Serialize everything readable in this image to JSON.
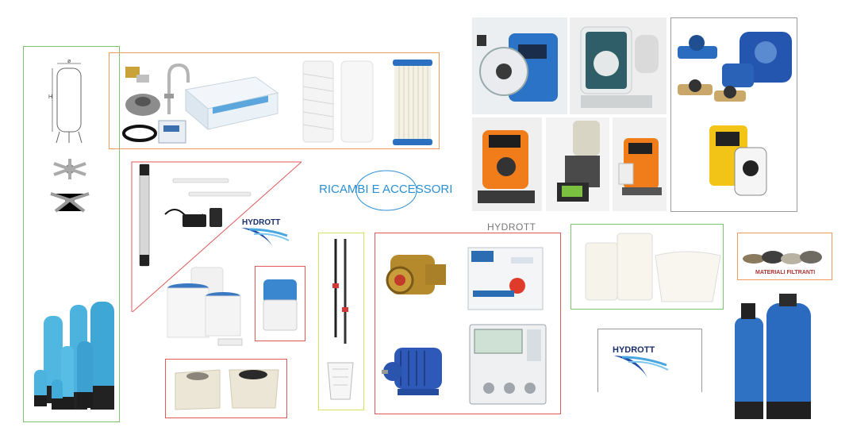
{
  "center_title": "RICAMBI E ACCESSORI",
  "brand_label": "HYDROTT",
  "logos": [
    "HYDROTT",
    "HYDROTT"
  ],
  "filter_media_label": "MATERIALI FILTRANTI",
  "colors": {
    "title_blue": "#2a8fd6",
    "frame_green": "#7cc36e",
    "frame_orange": "#ef9a5a",
    "frame_red": "#e05a5a",
    "frame_yellow": "#d9e25c",
    "frame_grey": "#9a9a9a",
    "vessel_blue": "#3fa7d6",
    "pump_orange": "#f07d1a"
  }
}
